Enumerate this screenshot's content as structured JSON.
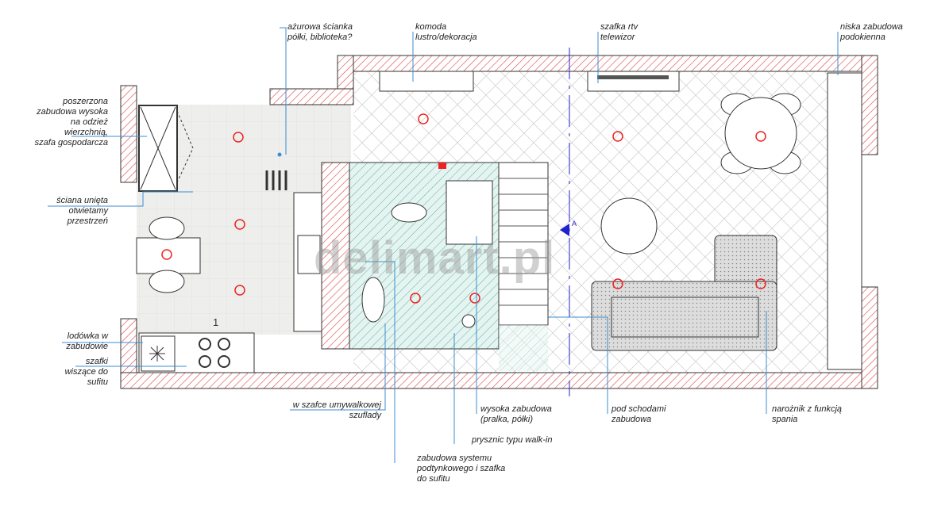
{
  "labels": {
    "azurowa": "ażurowa ścianka\npółki, biblioteka?",
    "komoda": "komoda\nlustro/dekoracja",
    "szafka_rtv": "szafka rtv\ntelewizor",
    "niska": "niska zabudowa\npodokienna",
    "poszerzona": "poszerzona\nzabudowa wysoka\nna odzież\nwierzchnią,\nszafa gospodarcza",
    "sciana": "ściana unięta\notwietamy\nprzestrzeń",
    "lodowka": "lodówka w\nzabudowie",
    "szafki": "szafki\nwiszące do\nsufitu",
    "umywalka": "w szafce umywalkowej\nszuflady",
    "wysoka": "wysoka zabudowa\n(pralka, półki)",
    "prysznic": "prysznic typu walk-in",
    "podtynkowy": "zabudowa systemu\npodtynkowego i szafka\ndo sufitu",
    "pod_schodami": "pod schodami\nzabudowa",
    "naroznik": "narożnik z funkcją\nspania"
  },
  "section_marker": "A",
  "kitchen_mark": "1",
  "watermark": "delimart.pl",
  "colors": {
    "wall": "#d22",
    "leader": "#3b8ed0",
    "bath": "#2aa58f",
    "accent": "#e22"
  }
}
